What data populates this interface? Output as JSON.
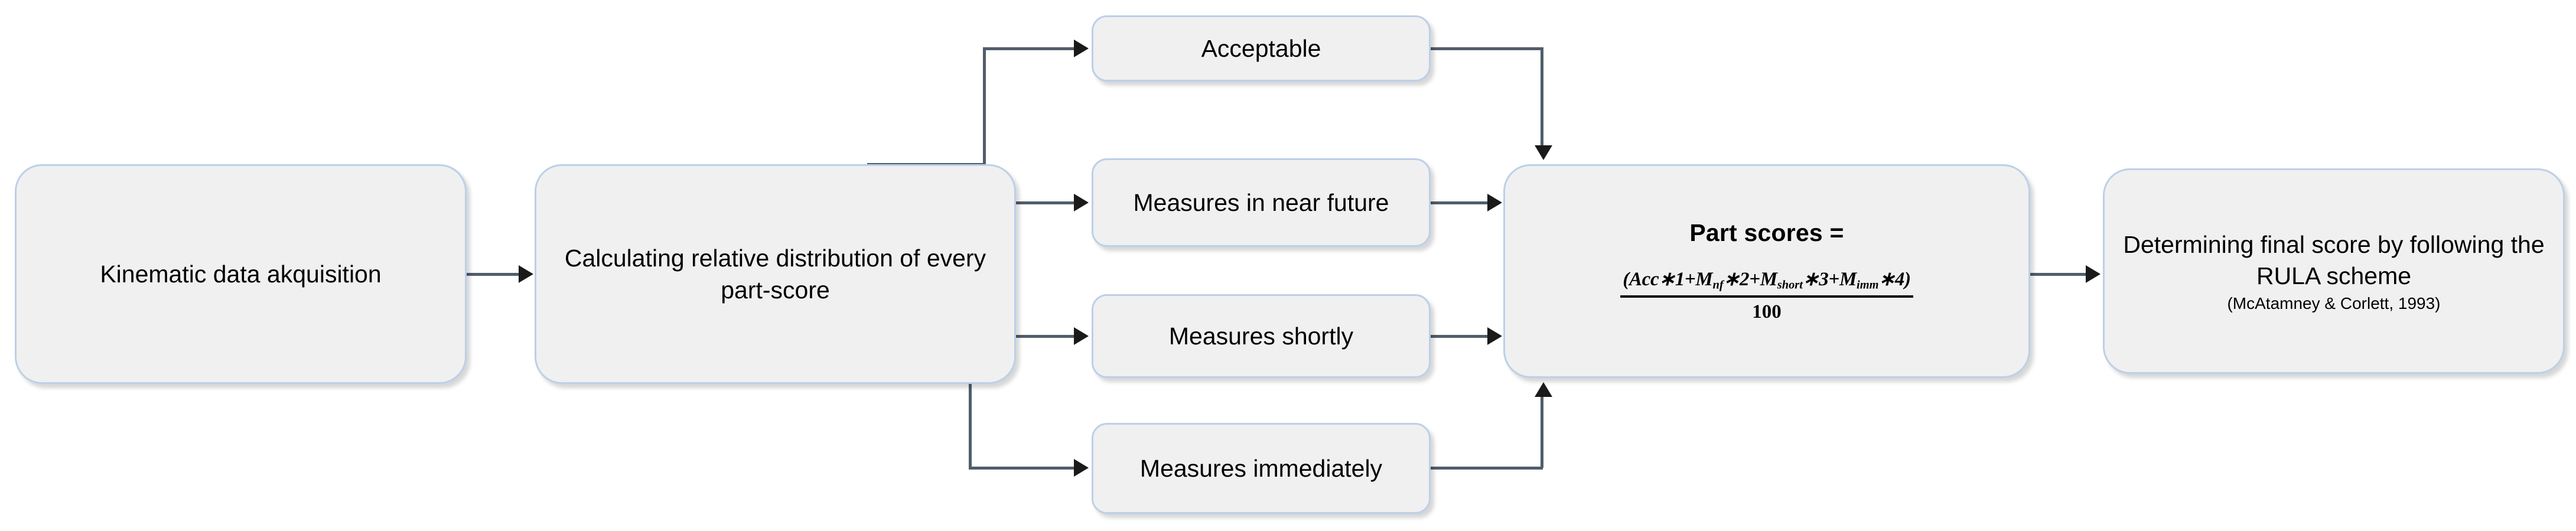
{
  "diagram": {
    "title": "RULA part-score calculation flowchart",
    "colors": {
      "node_fill": "#f0f0f0",
      "node_border": "#bcd0e8",
      "connector": "#515d6b",
      "arrowhead": "#1a1a1a",
      "text": "#000000",
      "background": "#ffffff"
    },
    "nodes": {
      "kinematic": {
        "label": "Kinematic data akquisition"
      },
      "calculating": {
        "label": "Calculating relative distribution of every part-score"
      },
      "acceptable": {
        "label": "Acceptable"
      },
      "near_future": {
        "label": "Measures in near future"
      },
      "shortly": {
        "label": "Measures shortly"
      },
      "immediately": {
        "label": "Measures immediately"
      },
      "part_scores": {
        "title": "Part scores =",
        "formula": {
          "numerator_plain": "(Acc*1+Mnf*2+Mshort*3+Mimm*4)",
          "denominator": "100",
          "terms": [
            {
              "symbol": "Acc",
              "subscript": "",
              "weight": "1"
            },
            {
              "symbol": "M",
              "subscript": "nf",
              "weight": "2"
            },
            {
              "symbol": "M",
              "subscript": "short",
              "weight": "3"
            },
            {
              "symbol": "M",
              "subscript": "imm",
              "weight": "4"
            }
          ]
        }
      },
      "final_score": {
        "main": "Determining final score by following the RULA scheme",
        "citation": "(McAtamney & Corlett, 1993)"
      }
    },
    "edges": [
      {
        "from": "kinematic",
        "to": "calculating",
        "style": "straight-right"
      },
      {
        "from": "calculating",
        "to": "acceptable",
        "style": "up-then-right"
      },
      {
        "from": "calculating",
        "to": "near_future",
        "style": "straight-right"
      },
      {
        "from": "calculating",
        "to": "shortly",
        "style": "straight-right"
      },
      {
        "from": "calculating",
        "to": "immediately",
        "style": "down-then-right"
      },
      {
        "from": "acceptable",
        "to": "part_scores",
        "style": "right-then-down"
      },
      {
        "from": "near_future",
        "to": "part_scores",
        "style": "straight-right"
      },
      {
        "from": "shortly",
        "to": "part_scores",
        "style": "straight-right"
      },
      {
        "from": "immediately",
        "to": "part_scores",
        "style": "right-then-up"
      },
      {
        "from": "part_scores",
        "to": "final_score",
        "style": "straight-right"
      }
    ]
  }
}
